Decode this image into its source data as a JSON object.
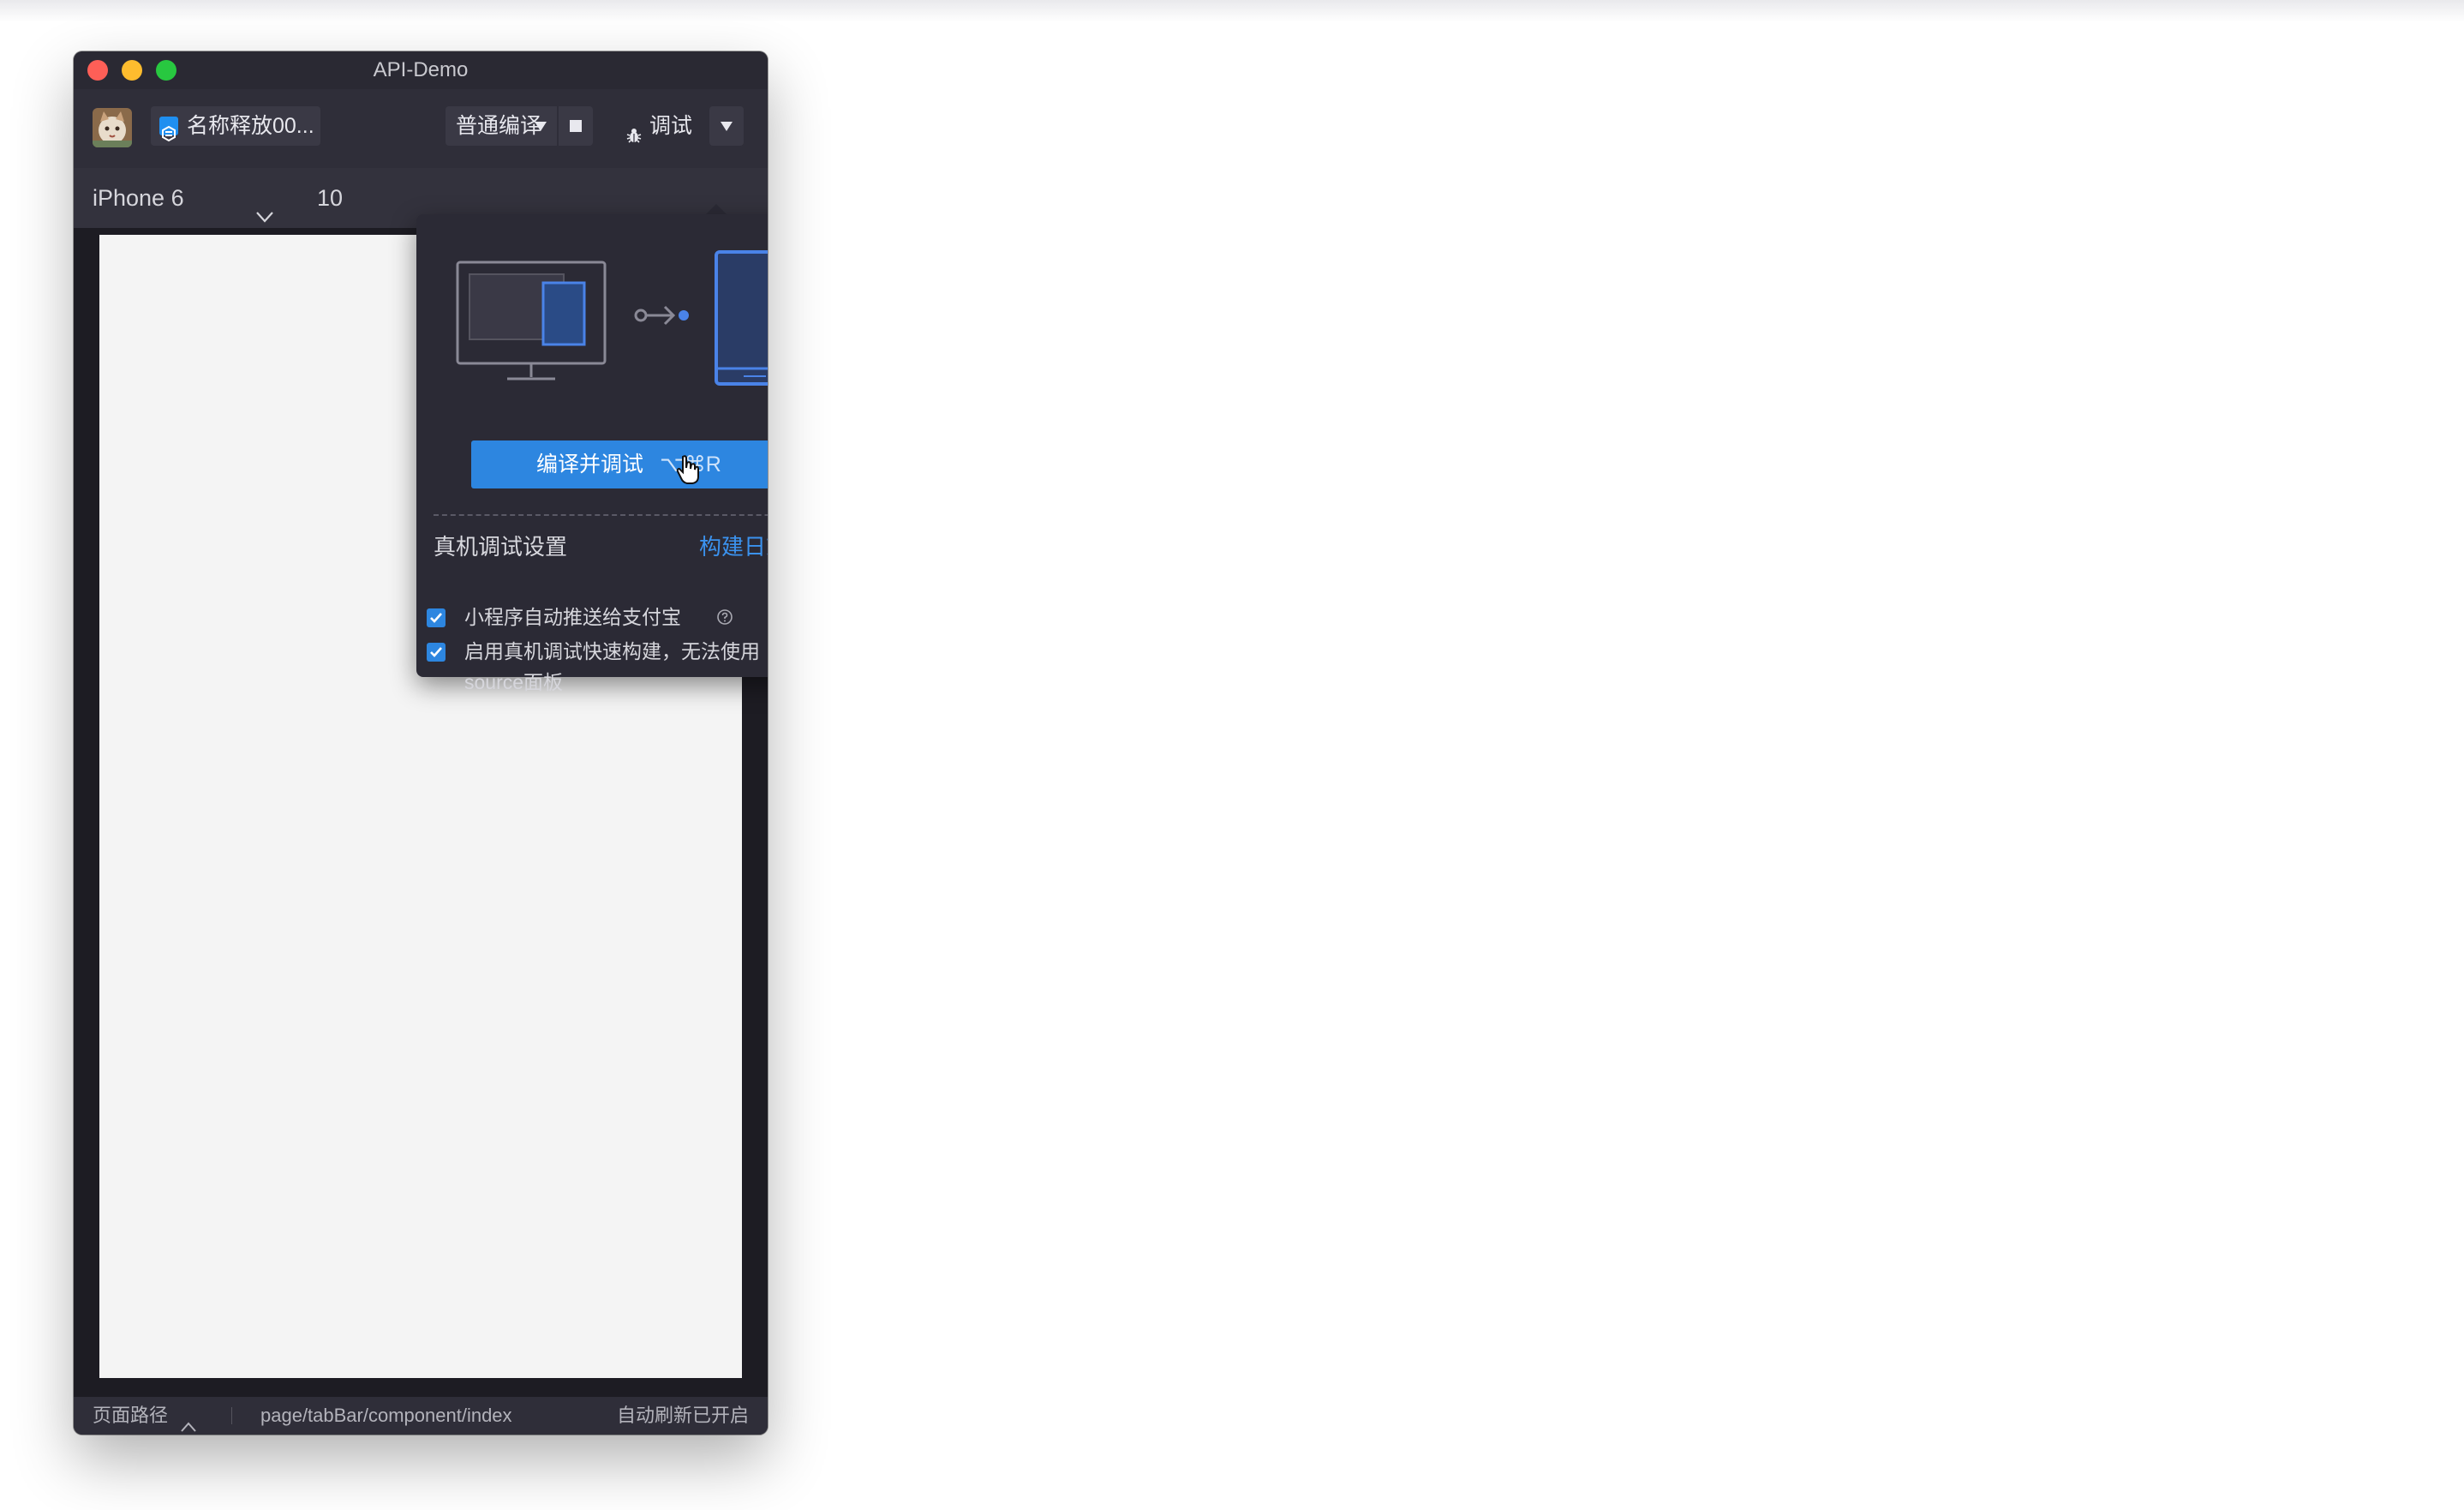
{
  "window": {
    "title": "API-Demo"
  },
  "toolbar": {
    "project_name": "名称释放00...",
    "compile_mode": "普通编译",
    "debug_label": "调试"
  },
  "simulator": {
    "device": "iPhone 6",
    "zoom": "10"
  },
  "popover": {
    "primary_button": "编译并调试",
    "primary_shortcut": "⌥⌘R",
    "settings_title": "真机调试设置",
    "build_log_link": "构建日志",
    "options": [
      {
        "label": "小程序自动推送给支付宝",
        "checked": true
      },
      {
        "label_line1": "启用真机调试快速构建，无法使用",
        "label_line2": "source面板",
        "checked": true
      }
    ]
  },
  "statusbar": {
    "path_label": "页面路径",
    "path_value": "page/tabBar/component/index",
    "refresh_status": "自动刷新已开启"
  },
  "colors": {
    "accent": "#2d86e0",
    "link": "#3b92ee",
    "window_bg": "#1d1c23",
    "toolbar_bg": "#2f2e39",
    "popover_bg": "#2b2a35"
  },
  "icons": [
    "close-traffic-light",
    "minimize-traffic-light",
    "maximize-traffic-light",
    "avatar",
    "project-icon",
    "caret-down-icon",
    "stop-icon",
    "bug-icon",
    "chevron-down-icon",
    "monitor-illustration",
    "phone-illustration",
    "arrow-connect-icon",
    "pointer-cursor-icon",
    "chevron-right-icon",
    "checkbox-checked-icon",
    "help-icon",
    "chevron-up-icon"
  ]
}
